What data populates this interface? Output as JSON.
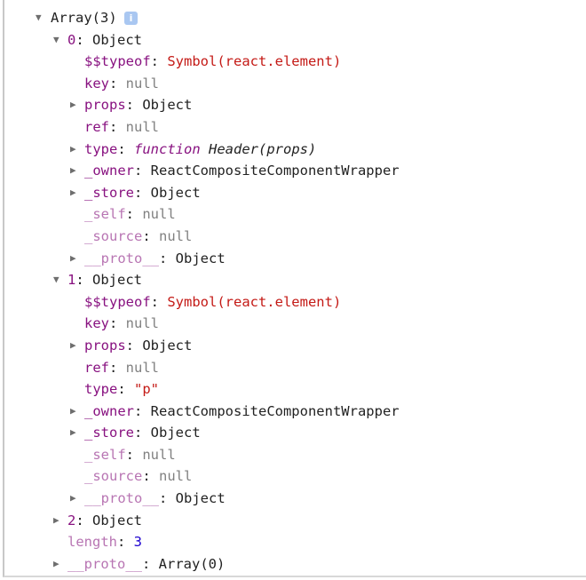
{
  "header": {
    "label": "Array(3)",
    "info_icon": "i"
  },
  "rows": [
    {
      "level": 1,
      "arrow": "down",
      "key": "0",
      "dim": false,
      "value": "Object",
      "vt": "obj"
    },
    {
      "level": 2,
      "arrow": "",
      "key": "$$typeof",
      "dim": false,
      "value": "Symbol(react.element)",
      "vt": "red"
    },
    {
      "level": 2,
      "arrow": "",
      "key": "key",
      "dim": false,
      "value": "null",
      "vt": "null"
    },
    {
      "level": 2,
      "arrow": "right",
      "key": "props",
      "dim": false,
      "value": "Object",
      "vt": "obj"
    },
    {
      "level": 2,
      "arrow": "",
      "key": "ref",
      "dim": false,
      "value": "null",
      "vt": "null"
    },
    {
      "level": 2,
      "arrow": "right",
      "key": "type",
      "dim": false,
      "value_kw": "function",
      "value": "Header(props)",
      "vt": "fn"
    },
    {
      "level": 2,
      "arrow": "right",
      "key": "_owner",
      "dim": false,
      "value": "ReactCompositeComponentWrapper",
      "vt": "obj"
    },
    {
      "level": 2,
      "arrow": "right",
      "key": "_store",
      "dim": false,
      "value": "Object",
      "vt": "obj"
    },
    {
      "level": 2,
      "arrow": "",
      "key": "_self",
      "dim": true,
      "value": "null",
      "vt": "null"
    },
    {
      "level": 2,
      "arrow": "",
      "key": "_source",
      "dim": true,
      "value": "null",
      "vt": "null"
    },
    {
      "level": 2,
      "arrow": "right",
      "key": "__proto__",
      "dim": true,
      "value": "Object",
      "vt": "obj"
    },
    {
      "level": 1,
      "arrow": "down",
      "key": "1",
      "dim": false,
      "value": "Object",
      "vt": "obj"
    },
    {
      "level": 2,
      "arrow": "",
      "key": "$$typeof",
      "dim": false,
      "value": "Symbol(react.element)",
      "vt": "red"
    },
    {
      "level": 2,
      "arrow": "",
      "key": "key",
      "dim": false,
      "value": "null",
      "vt": "null"
    },
    {
      "level": 2,
      "arrow": "right",
      "key": "props",
      "dim": false,
      "value": "Object",
      "vt": "obj"
    },
    {
      "level": 2,
      "arrow": "",
      "key": "ref",
      "dim": false,
      "value": "null",
      "vt": "null"
    },
    {
      "level": 2,
      "arrow": "",
      "key": "type",
      "dim": false,
      "value": "\"p\"",
      "vt": "red"
    },
    {
      "level": 2,
      "arrow": "right",
      "key": "_owner",
      "dim": false,
      "value": "ReactCompositeComponentWrapper",
      "vt": "obj"
    },
    {
      "level": 2,
      "arrow": "right",
      "key": "_store",
      "dim": false,
      "value": "Object",
      "vt": "obj"
    },
    {
      "level": 2,
      "arrow": "",
      "key": "_self",
      "dim": true,
      "value": "null",
      "vt": "null"
    },
    {
      "level": 2,
      "arrow": "",
      "key": "_source",
      "dim": true,
      "value": "null",
      "vt": "null"
    },
    {
      "level": 2,
      "arrow": "right",
      "key": "__proto__",
      "dim": true,
      "value": "Object",
      "vt": "obj"
    },
    {
      "level": 1,
      "arrow": "right",
      "key": "2",
      "dim": false,
      "value": "Object",
      "vt": "obj"
    },
    {
      "level": 1,
      "arrow": "",
      "key": "length",
      "dim": true,
      "value": "3",
      "vt": "num"
    },
    {
      "level": 1,
      "arrow": "right",
      "key": "__proto__",
      "dim": true,
      "value": "Array(0)",
      "vt": "obj"
    }
  ],
  "separator": ": "
}
